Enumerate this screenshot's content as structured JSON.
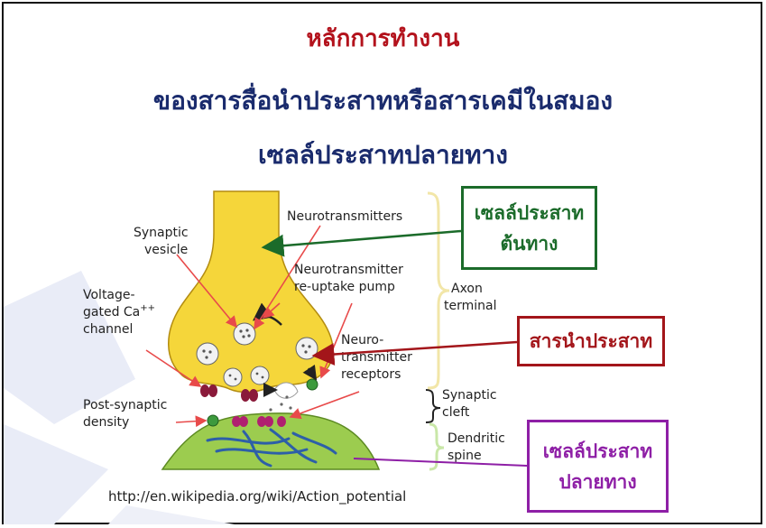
{
  "title": {
    "line1": "หลักการทำงาน",
    "line2": "ของสารสื่อนำประสาทหรือสารเคมีในสมอง",
    "line3": "เซลล์ประสาทปลายทาง"
  },
  "colors": {
    "title_line1": "#b3121c",
    "title_line2": "#1a2b6d",
    "title_line3": "#1a2b6d",
    "presynaptic": "#1b6b2a",
    "neurotransmitter": "#a3151a",
    "postsynaptic": "#8e1fa6",
    "axon_terminal_fill": "#f5d63a",
    "dendrite_fill": "#9ccc4f",
    "brace": "#f2e6a8",
    "watermark": "#e9ecf7"
  },
  "diagram_labels": {
    "synaptic_vesicle": [
      "Synaptic",
      "vesicle"
    ],
    "voltage_gated": [
      "Voltage-",
      "gated Ca",
      "++",
      "channel"
    ],
    "post_synaptic_density": [
      "Post-synaptic",
      "density"
    ],
    "neurotransmitters": "Neurotransmitters",
    "reuptake_pump": [
      "Neurotransmitter",
      "re-uptake pump"
    ],
    "receptors": [
      "Neuro-",
      "transmitter",
      "receptors"
    ],
    "axon_terminal": [
      "Axon",
      "terminal"
    ],
    "synaptic_cleft": [
      "Synaptic",
      "cleft"
    ],
    "dendritic_spine": [
      "Dendritic",
      "spine"
    ]
  },
  "callouts": {
    "presynaptic": [
      "เซลล์ประสาท",
      "ต้นทาง"
    ],
    "neurotransmitter": "สารนำประสาท",
    "postsynaptic": [
      "เซลล์ประสาท",
      "ปลายทาง"
    ]
  },
  "source_url": "http://en.wikipedia.org/wiki/Action_potential"
}
